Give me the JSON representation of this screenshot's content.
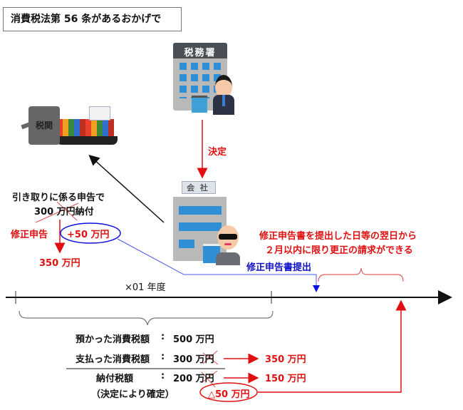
{
  "title": "消費税法第 56 条があるおかげで",
  "actors": {
    "tax_office": {
      "sign": "税務署"
    },
    "customs": {
      "sign": "税関"
    },
    "company": {
      "sign": "会 社"
    }
  },
  "arrows": {
    "decision_label": "決定",
    "amended_return_submit_label": "修正申告書提出"
  },
  "import_declaration": {
    "line1": "引き取りに係る申告で",
    "line2": "300 万円納付",
    "amended_label": "修正申告",
    "amended_amount": "+50 万円",
    "result": "350 万円"
  },
  "correction_note": {
    "line1": "修正申告書を提出した日等の翌日から",
    "line2": "２月以内に限り更正の請求ができる"
  },
  "timeline": {
    "period_label": "×01 年度"
  },
  "calculation": {
    "received_label": "預かった消費税額",
    "received_value": "500 万円",
    "paid_label": "支払った消費税額",
    "paid_value": "300 万円",
    "paid_new": "350 万円",
    "payable_label": "納付税額",
    "payable_value": "200 万円",
    "payable_new": "150 万円",
    "payable_note": "（決定により確定）",
    "difference": "△50 万円",
    "separator": ":"
  },
  "colors": {
    "red": "#e01010",
    "blue": "#1010c8",
    "building_gray": "#b9b9b9",
    "window_blue": "#2e8fd6"
  }
}
